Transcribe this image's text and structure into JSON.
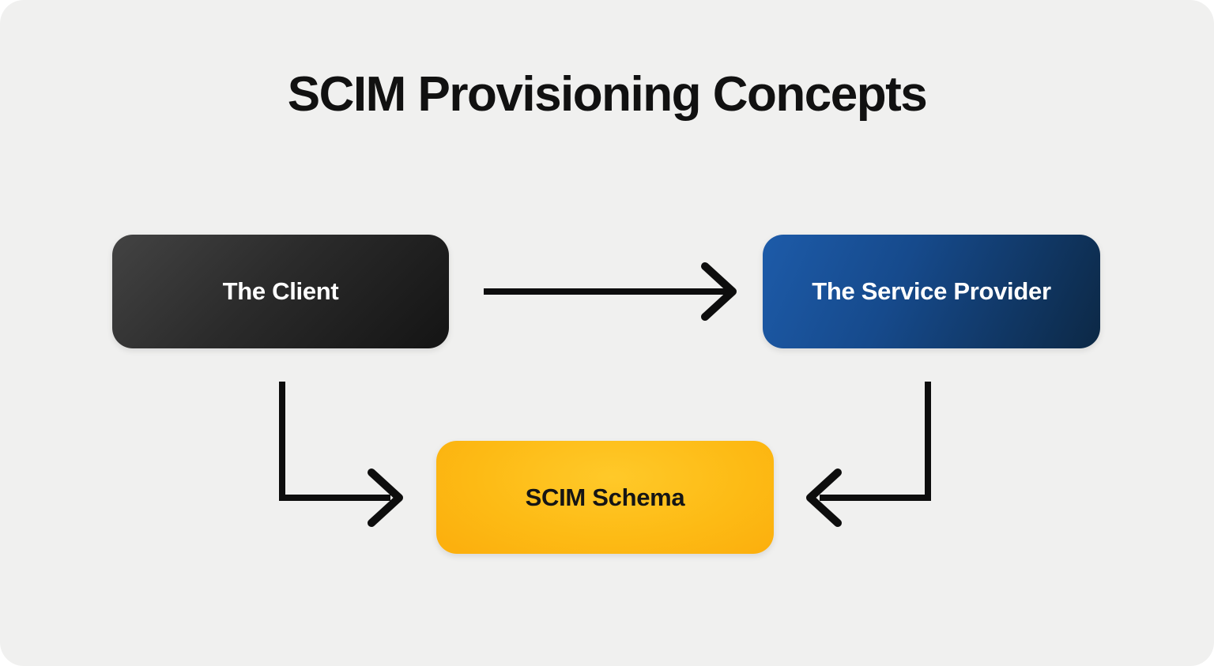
{
  "title": "SCIM Provisioning Concepts",
  "nodes": {
    "client": {
      "label": "The Client",
      "color_start": "#434343",
      "color_end": "#141414",
      "text_color": "#ffffff"
    },
    "service_provider": {
      "label": "The Service Provider",
      "color_start": "#1d5ba9",
      "color_end": "#0c2845",
      "text_color": "#ffffff"
    },
    "scim_schema": {
      "label": "SCIM Schema",
      "color_start": "#ffc929",
      "color_end": "#fcb00e",
      "text_color": "#151515"
    }
  },
  "connections": [
    {
      "from": "client",
      "to": "service_provider",
      "style": "straight-right"
    },
    {
      "from": "client",
      "to": "scim_schema",
      "style": "down-then-right"
    },
    {
      "from": "service_provider",
      "to": "scim_schema",
      "style": "down-then-left"
    }
  ],
  "colors": {
    "background": "#f0f0ef",
    "page": "#ffffff",
    "arrow": "#0d0d0d",
    "title": "#111111"
  }
}
